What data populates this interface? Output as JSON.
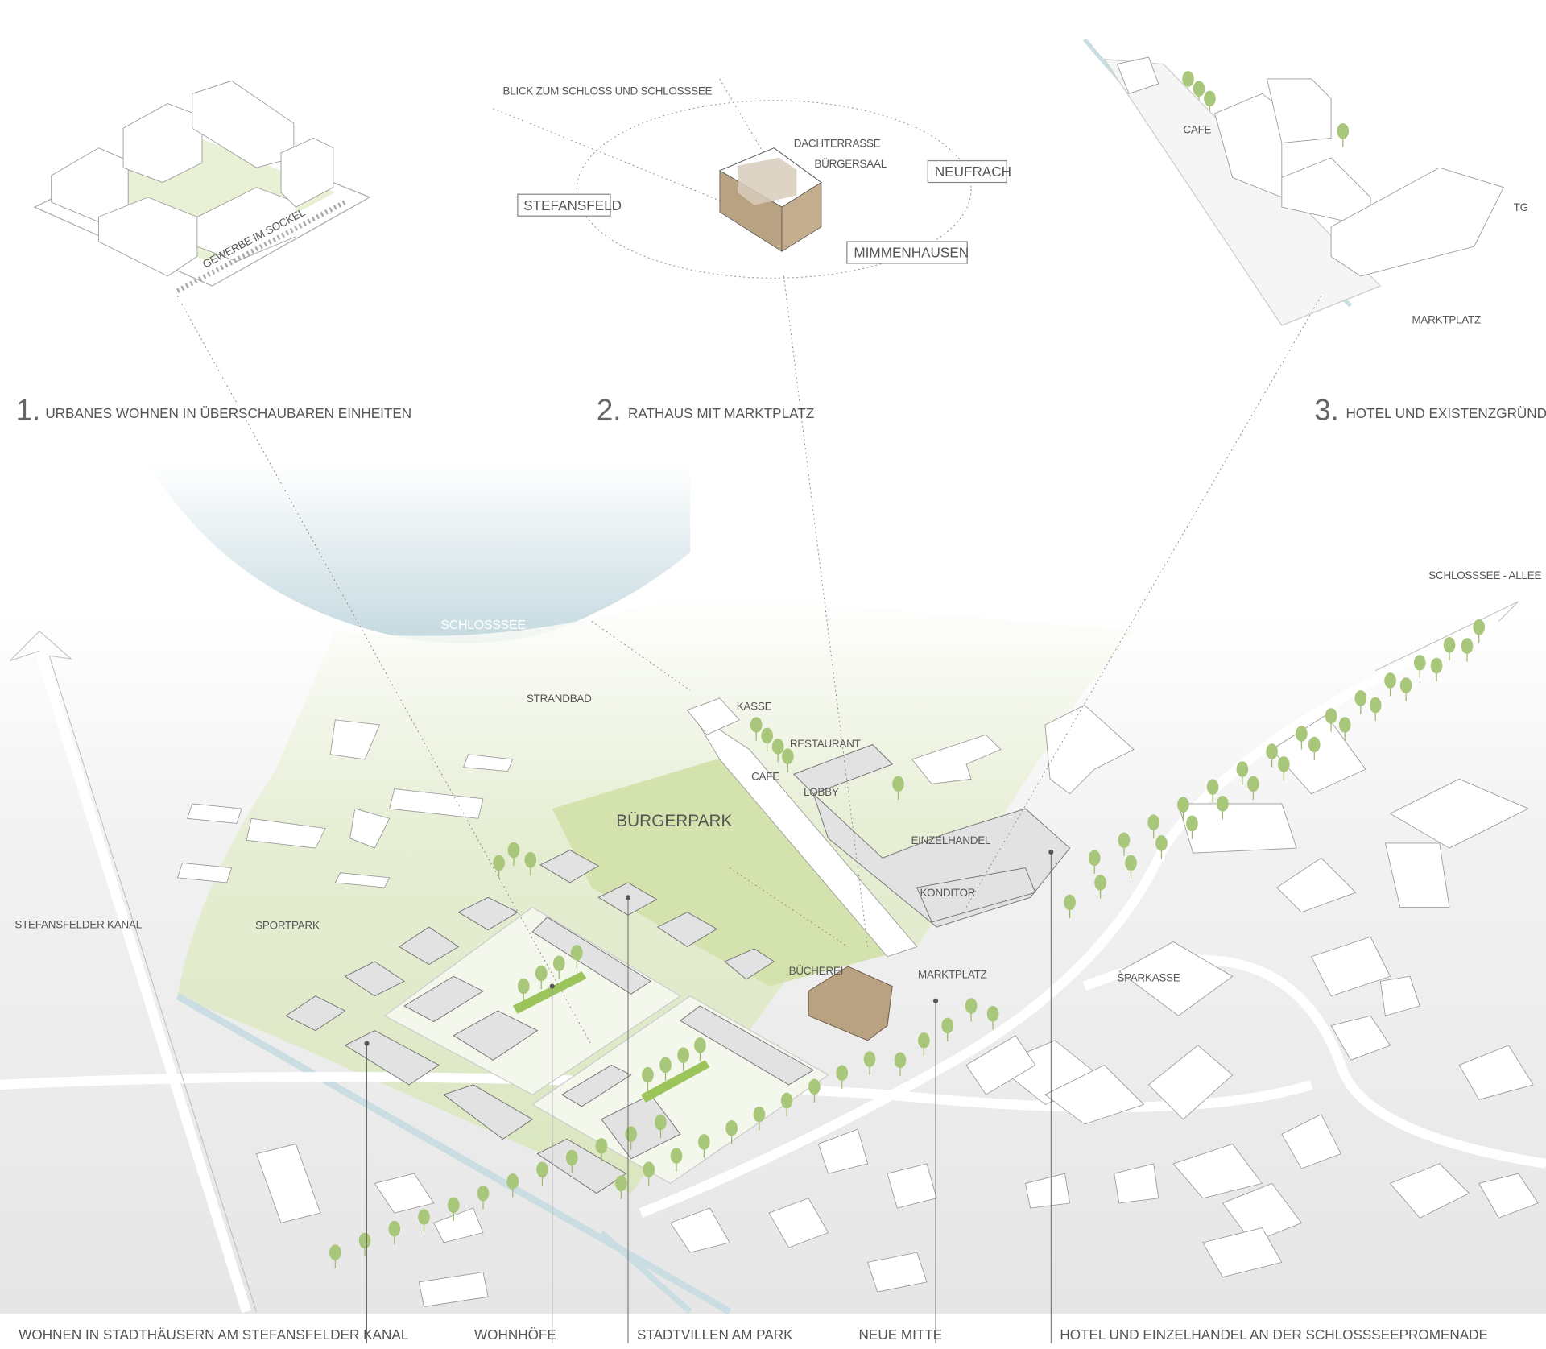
{
  "sections": [
    {
      "number": "1.",
      "title": "URBANES WOHNEN IN ÜBERSCHAUBAREN EINHEITEN"
    },
    {
      "number": "2.",
      "title": "RATHAUS MIT MARKTPLATZ"
    },
    {
      "number": "3.",
      "title": "HOTEL UND EXISTENZGRÜNDER"
    }
  ],
  "diagram1": {
    "gewerbe": "GEWERBE IM SOCKEL"
  },
  "diagram2": {
    "view": "BLICK ZUM SCHLOSS UND SCHLOSSSEE",
    "dachterrasse": "DACHTERRASSE",
    "buergersaal": "BÜRGERSAAL",
    "neufrach": "NEUFRACH",
    "stefansfeld": "STEFANSFELD",
    "mimmenhausen": "MIMMENHAUSEN"
  },
  "diagram3": {
    "cafe": "CAFE",
    "tg": "TG",
    "marktplatz": "MARKTPLATZ"
  },
  "map": {
    "schlosssee": "SCHLOSSSEE",
    "strandbad": "STRANDBAD",
    "kasse": "KASSE",
    "restaurant": "RESTAURANT",
    "cafe": "CAFE",
    "lobby": "LOBBY",
    "buergerpark": "BÜRGERPARK",
    "einzelhandel": "EINZELHANDEL",
    "konditor": "KONDITOR",
    "stefansfelder_kanal": "STEFANSFELDER KANAL",
    "sportpark": "SPORTPARK",
    "buecherei": "BÜCHEREI",
    "marktplatz": "MARKTPLATZ",
    "sparkasse": "SPARKASSE",
    "allee": "SCHLOSSSEE - ALLEE"
  },
  "legend": [
    "WOHNEN IN STADTHÄUSERN AM STEFANSFELDER KANAL",
    "WOHNHÖFE",
    "STADTVILLEN AM PARK",
    "NEUE MITTE",
    "HOTEL UND EINZELHANDEL AN DER SCHLOSSSEEPROMENADE"
  ],
  "colors": {
    "park": "#dfe9c6",
    "tree": "#a9c77a",
    "rathaus": "#b9a282",
    "ground": "#ebebeb",
    "lake": "#c9dde2"
  }
}
